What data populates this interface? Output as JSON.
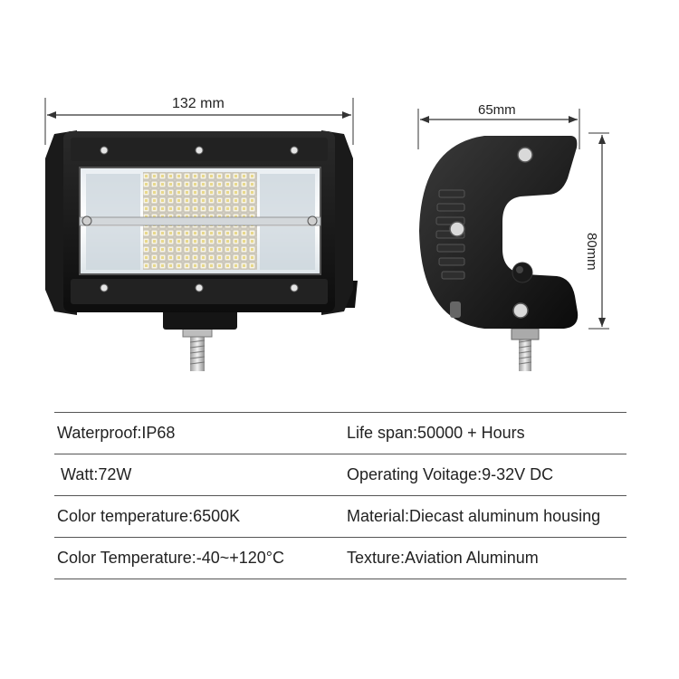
{
  "front_view": {
    "width_label": "132 mm"
  },
  "side_view": {
    "width_label": "65mm",
    "height_label": "80mm"
  },
  "specs": [
    {
      "left": "Waterproof:IP68",
      "right": "Life span:50000 + Hours"
    },
    {
      "left": "Watt:72W",
      "right": "Operating Voitage:9-32V DC"
    },
    {
      "left": "Color temperature:6500K",
      "right": "Material:Diecast aluminum housing"
    },
    {
      "left": "Color Temperature:-40~+120°C",
      "right": "Texture:Aviation Aluminum"
    }
  ]
}
